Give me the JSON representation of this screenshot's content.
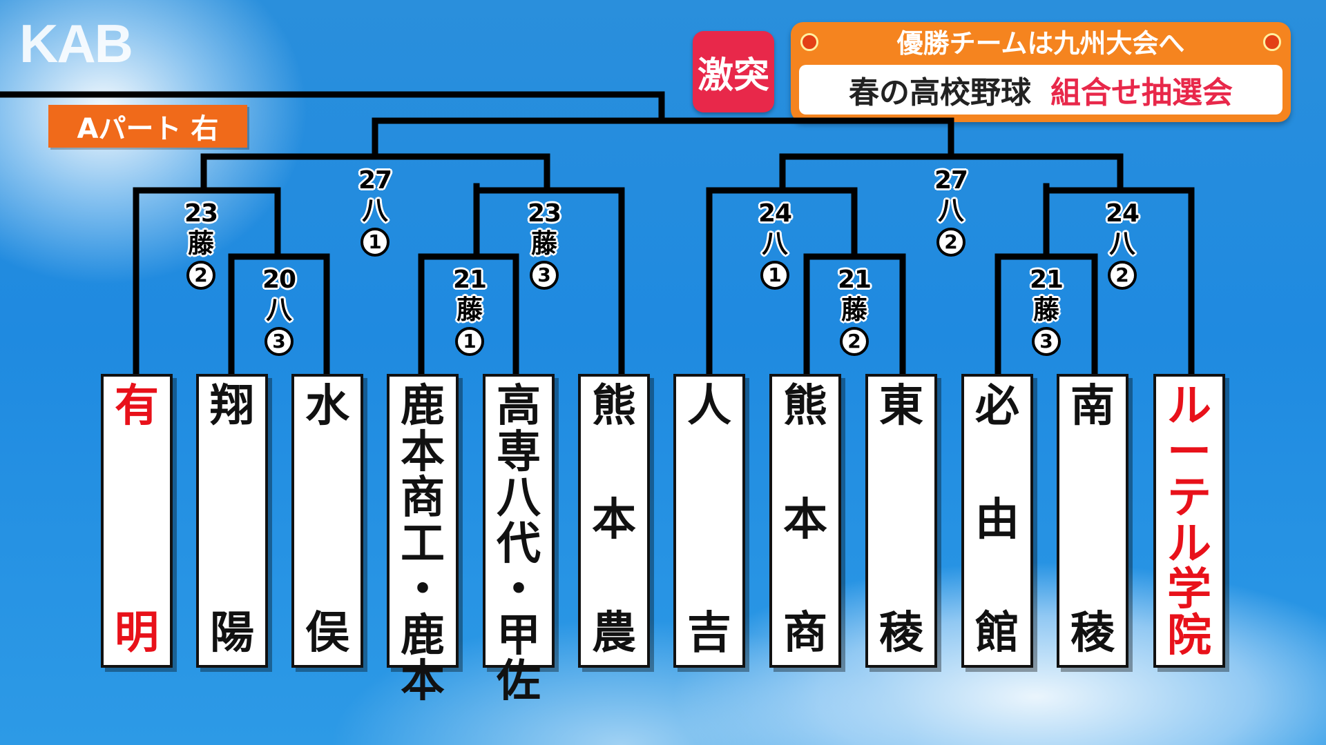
{
  "logo": "KAB",
  "part_label": "Aパート 右",
  "badge": "激突",
  "title": {
    "top": "優勝チームは九州大会へ",
    "main": "春の高校野球",
    "accent": "組合せ抽選会"
  },
  "teams": [
    {
      "chars": [
        "有",
        "明"
      ],
      "highlight": true
    },
    {
      "chars": [
        "翔",
        "陽"
      ],
      "highlight": false
    },
    {
      "chars": [
        "水",
        "俣"
      ],
      "highlight": false
    },
    {
      "chars": [
        "鹿",
        "本",
        "商",
        "工",
        "・",
        "鹿",
        "本"
      ],
      "highlight": false
    },
    {
      "chars": [
        "高",
        "専",
        "八",
        "代",
        "・",
        "甲",
        "佐"
      ],
      "highlight": false
    },
    {
      "chars": [
        "熊",
        "本",
        "農"
      ],
      "highlight": false
    },
    {
      "chars": [
        "人",
        "吉"
      ],
      "highlight": false
    },
    {
      "chars": [
        "熊",
        "本",
        "商"
      ],
      "highlight": false
    },
    {
      "chars": [
        "東",
        "稜"
      ],
      "highlight": false
    },
    {
      "chars": [
        "必",
        "由",
        "館"
      ],
      "highlight": false
    },
    {
      "chars": [
        "南",
        "稜"
      ],
      "highlight": false
    },
    {
      "chars": [
        "ル",
        "ー",
        "テ",
        "ル",
        "学",
        "院"
      ],
      "highlight": true
    }
  ],
  "matches": [
    {
      "date": "20",
      "venue": "八",
      "order": "3"
    },
    {
      "date": "21",
      "venue": "藤",
      "order": "1"
    },
    {
      "date": "21",
      "venue": "藤",
      "order": "2"
    },
    {
      "date": "21",
      "venue": "藤",
      "order": "3"
    },
    {
      "date": "23",
      "venue": "藤",
      "order": "2"
    },
    {
      "date": "23",
      "venue": "藤",
      "order": "3"
    },
    {
      "date": "24",
      "venue": "八",
      "order": "1"
    },
    {
      "date": "24",
      "venue": "八",
      "order": "2"
    },
    {
      "date": "27",
      "venue": "八",
      "order": "1"
    },
    {
      "date": "27",
      "venue": "八",
      "order": "2"
    }
  ],
  "colors": {
    "highlight": "#e8111a",
    "badge": "#e8284a",
    "title_bar": "#f5841f",
    "part_label": "#f06a1a"
  }
}
